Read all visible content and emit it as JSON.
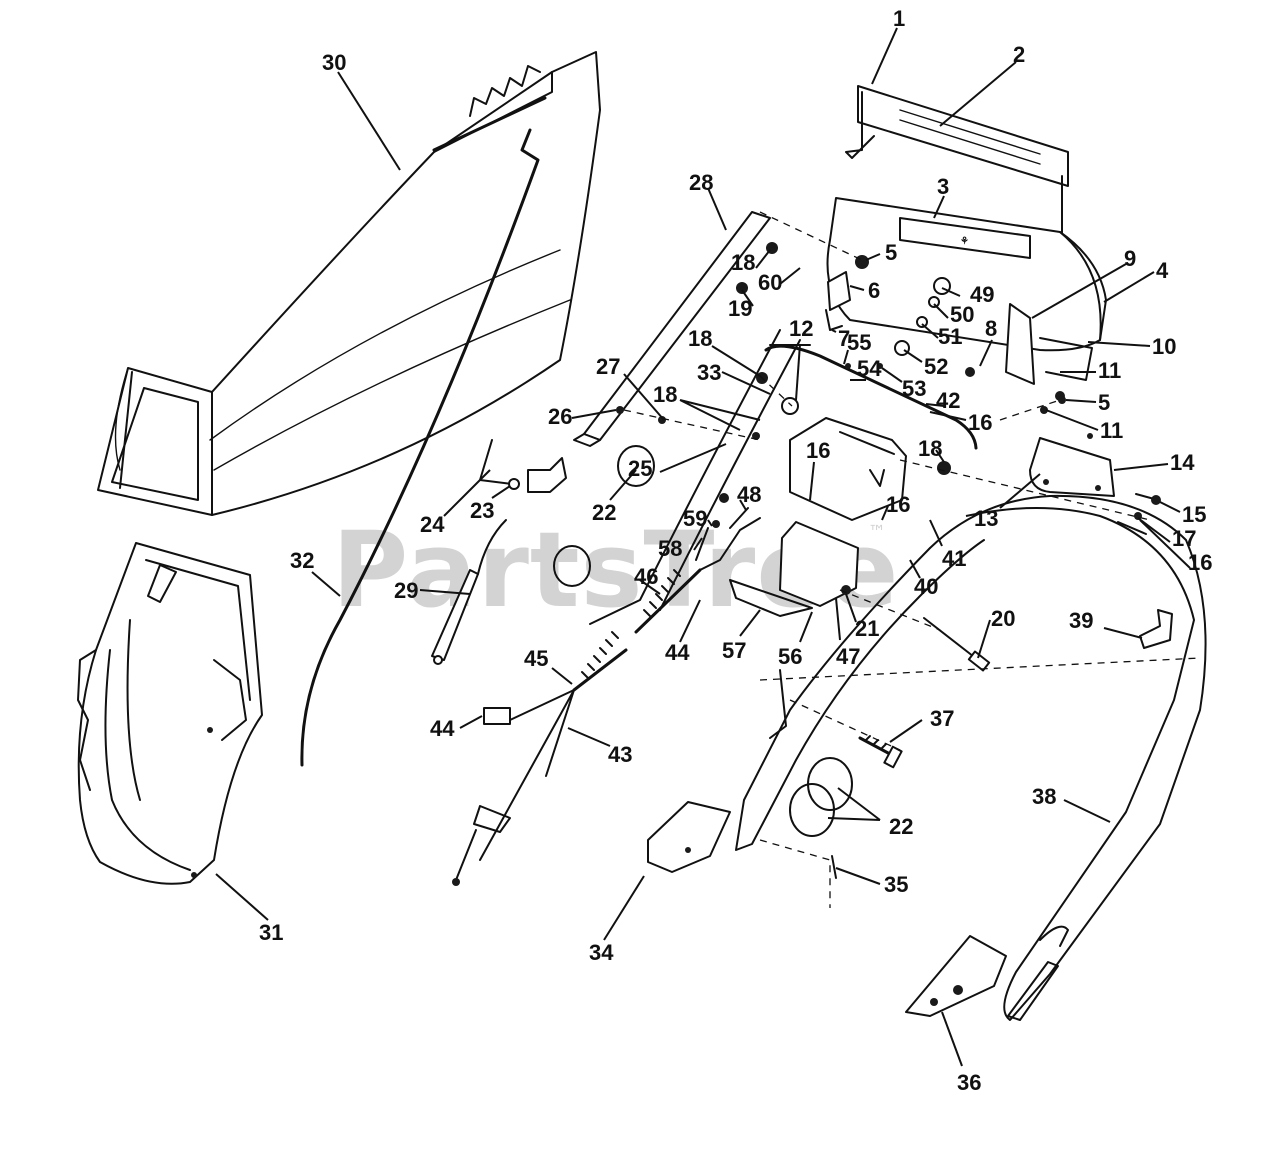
{
  "watermark": {
    "text": "PartsTree",
    "mark": "™"
  },
  "callouts": [
    "1",
    "2",
    "3",
    "4",
    "5",
    "5",
    "6",
    "7",
    "8",
    "9",
    "10",
    "11",
    "11",
    "12",
    "13",
    "14",
    "15",
    "16",
    "16",
    "16",
    "16",
    "17",
    "18",
    "18",
    "18",
    "18",
    "19",
    "20",
    "21",
    "22",
    "22",
    "23",
    "24",
    "25",
    "26",
    "27",
    "28",
    "29",
    "30",
    "31",
    "32",
    "33",
    "34",
    "35",
    "36",
    "37",
    "38",
    "39",
    "40",
    "41",
    "42",
    "43",
    "44",
    "44",
    "45",
    "46",
    "47",
    "48",
    "49",
    "50",
    "51",
    "52",
    "53",
    "54",
    "55",
    "56",
    "57",
    "58",
    "59",
    "60"
  ]
}
